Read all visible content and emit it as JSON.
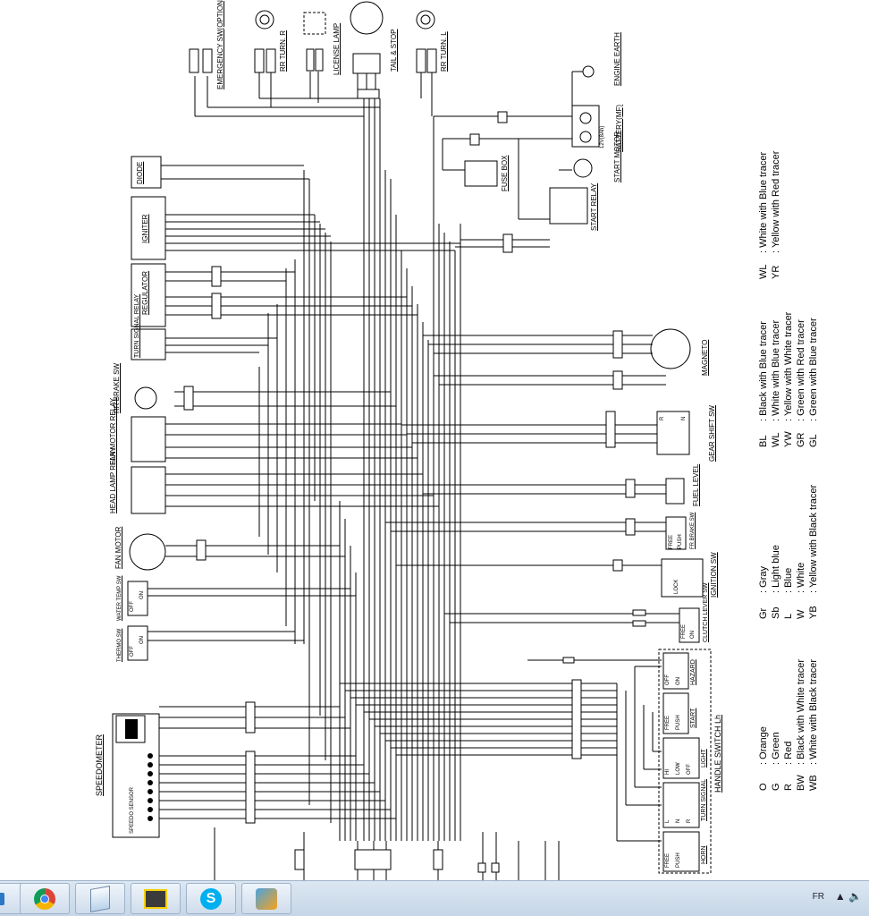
{
  "components": {
    "emergency_sw": "EMERGENCY SW(OPTION)",
    "rr_turn_r": "RR TURN. R",
    "license_lamp": "LICENSE LAMP",
    "tail_stop": "TAIL & STOP",
    "rr_turn_l": "RR TURN. L",
    "engine_earth": "ENGINE EARTH",
    "battery": "BATTERY(MF)",
    "battery_rating": "12V(8Ah)",
    "fuse_box": "FUSE BOX",
    "start_motor": "START MOTOR",
    "start_relay": "START RELAY",
    "diode": "DIODE",
    "igniter": "IGNITER",
    "regulator": "REGULATOR",
    "turn_signal_relay": "TURN SIGNAL RELAY",
    "magneto": "MAGNETO",
    "rr_brake_sw": "RR BRAKE SW",
    "fan_motor_relay": "FAN MOTOR RELAY",
    "head_lamp_relay": "HEAD LAMP RELAY",
    "gear_shift_sw": "GEAR SHIFT SW",
    "fuel_level": "FUEL LEVEL",
    "fr_brake_sw": "FR BRAKE SW",
    "fan_motor": "FAN MOTOR",
    "ignition_sw": "IGNITION SW",
    "water_temp_sw": "WATER TEMP SW",
    "thermo_sw": "THERMO SW",
    "clutch_lever_sw": "CLUTCH LEVER SW",
    "hazard": "HAZARD",
    "start": "START",
    "light": "LIGHT",
    "turn_signal": "TURN SIGNAL",
    "horn": "HORN",
    "handle_switch_lh": "HANDLE SWITCH Lh",
    "speedometer": "SPEEDOMETER",
    "speedo_sensor": "SPEEDO SENSOR"
  },
  "switch_labels": {
    "off": "OFF",
    "on": "ON",
    "free": "FREE",
    "push": "PUSH",
    "hi": "HI",
    "low": "LOW",
    "l": "L",
    "n": "N",
    "r": "R",
    "lock": "LOCK"
  },
  "legend_columns": [
    [
      {
        "code": "O",
        "meaning": "Orange"
      },
      {
        "code": "G",
        "meaning": "Green"
      },
      {
        "code": "R",
        "meaning": "Red"
      },
      {
        "code": "BW",
        "meaning": "Black with White tracer"
      },
      {
        "code": "WB",
        "meaning": "White with Black tracer"
      }
    ],
    [
      {
        "code": "Gr",
        "meaning": "Gray"
      },
      {
        "code": "Sb",
        "meaning": "Light blue"
      },
      {
        "code": "L",
        "meaning": "Blue"
      },
      {
        "code": "W",
        "meaning": "White"
      },
      {
        "code": "YB",
        "meaning": "Yellow with Black tracer"
      }
    ],
    [
      {
        "code": "BL",
        "meaning": "Black with Blue tracer"
      },
      {
        "code": "WL",
        "meaning": "White with Blue tracer"
      },
      {
        "code": "YW",
        "meaning": "Yellow with White tracer"
      },
      {
        "code": "GR",
        "meaning": "Green with Red tracer"
      },
      {
        "code": "GL",
        "meaning": "Green with Blue tracer"
      }
    ],
    [
      {
        "code": "WL",
        "meaning": "White with Blue tracer"
      },
      {
        "code": "YR",
        "meaning": "Yellow with Red tracer"
      }
    ]
  ],
  "taskbar": {
    "language": "FR",
    "tray": "▲ 🔈",
    "apps": [
      "start-button",
      "chrome",
      "notepad",
      "app",
      "skype",
      "paint"
    ]
  },
  "colors": {
    "wire": "#000000",
    "taskbar": "#cfdceb"
  }
}
